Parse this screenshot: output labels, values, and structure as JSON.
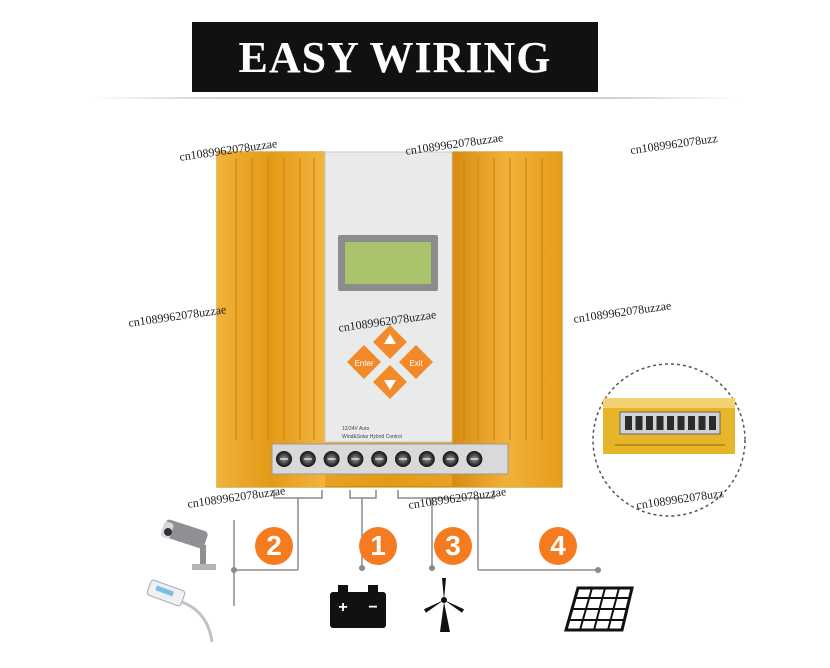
{
  "banner": {
    "title": "EASY WIRING"
  },
  "watermark": "cn1089962078uzzae",
  "watermark_cut": "cn1089962078uzz",
  "device": {
    "button_enter": "Enter",
    "button_exit": "Exit",
    "label_line1": "12/24V Auto",
    "label_line2": "Wind&Solar Hybrid Control",
    "terminal_count": 9,
    "body_color": "#e6a21e",
    "panel_color": "#e9ebea",
    "lcd_color": "#a9c46a",
    "button_color": "#f28a2c"
  },
  "steps": [
    {
      "number": "2",
      "target": "load (camera and street light)"
    },
    {
      "number": "1",
      "target": "battery"
    },
    {
      "number": "3",
      "target": "wind turbine"
    },
    {
      "number": "4",
      "target": "solar panel"
    }
  ],
  "battery": {
    "plus": "+",
    "minus": "−"
  },
  "accent": "#f47b20",
  "icons": [
    "security-camera-icon",
    "street-light-icon",
    "battery-icon",
    "wind-turbine-icon",
    "solar-panel-icon"
  ]
}
